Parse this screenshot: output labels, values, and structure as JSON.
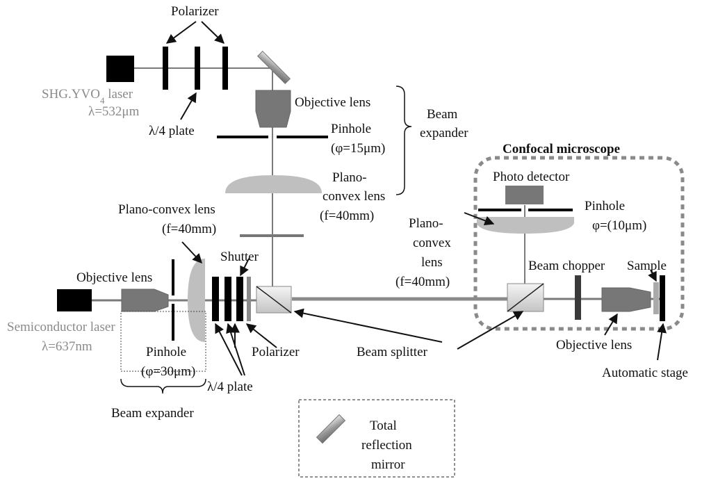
{
  "labels": {
    "polarizer_top": "Polarizer",
    "shg_laser_prefix": "SHG.YVO",
    "shg_laser_sub": "4",
    "shg_laser_suffix": " laser",
    "shg_wavelength": "λ=532μm",
    "quarter_plate_top": "λ/4 plate",
    "objective_lens_top": "Objective lens",
    "pinhole_top": "Pinhole",
    "pinhole_top_size": "(φ=15μm)",
    "beam_expander_top_1": "Beam",
    "beam_expander_top_2": "expander",
    "plano_convex_mid_1": "Plano-",
    "plano_convex_mid_2": "convex lens",
    "plano_convex_mid_3": "(f=40mm)",
    "confocal_microscope": "Confocal microscope",
    "photo_detector": "Photo detector",
    "pinhole_right": "Pinhole",
    "pinhole_right_size": "φ=(10μm)",
    "plano_convex_right_1": "Plano-",
    "plano_convex_right_2": "convex",
    "plano_convex_right_3": "lens",
    "plano_convex_right_4": "(f=40mm)",
    "plano_convex_left_1": "Plano-convex lens",
    "plano_convex_left_2": "(f=40mm)",
    "shutter": "Shutter",
    "objective_lens_left": "Objective lens",
    "semiconductor_laser": "Semiconductor laser",
    "semiconductor_wavelength": "λ=637nm",
    "pinhole_left": "Pinhole",
    "pinhole_left_size": "(φ=30μm)",
    "polarizer_bottom": "Polarizer",
    "quarter_plate_bottom": "λ/4 plate",
    "beam_expander_bottom": "Beam expander",
    "beam_splitter": "Beam splitter",
    "beam_chopper": "Beam chopper",
    "sample": "Sample",
    "objective_lens_right": "Objective lens",
    "automatic_stage": "Automatic stage",
    "legend_1": "Total",
    "legend_2": "reflection",
    "legend_3": "mirror"
  }
}
